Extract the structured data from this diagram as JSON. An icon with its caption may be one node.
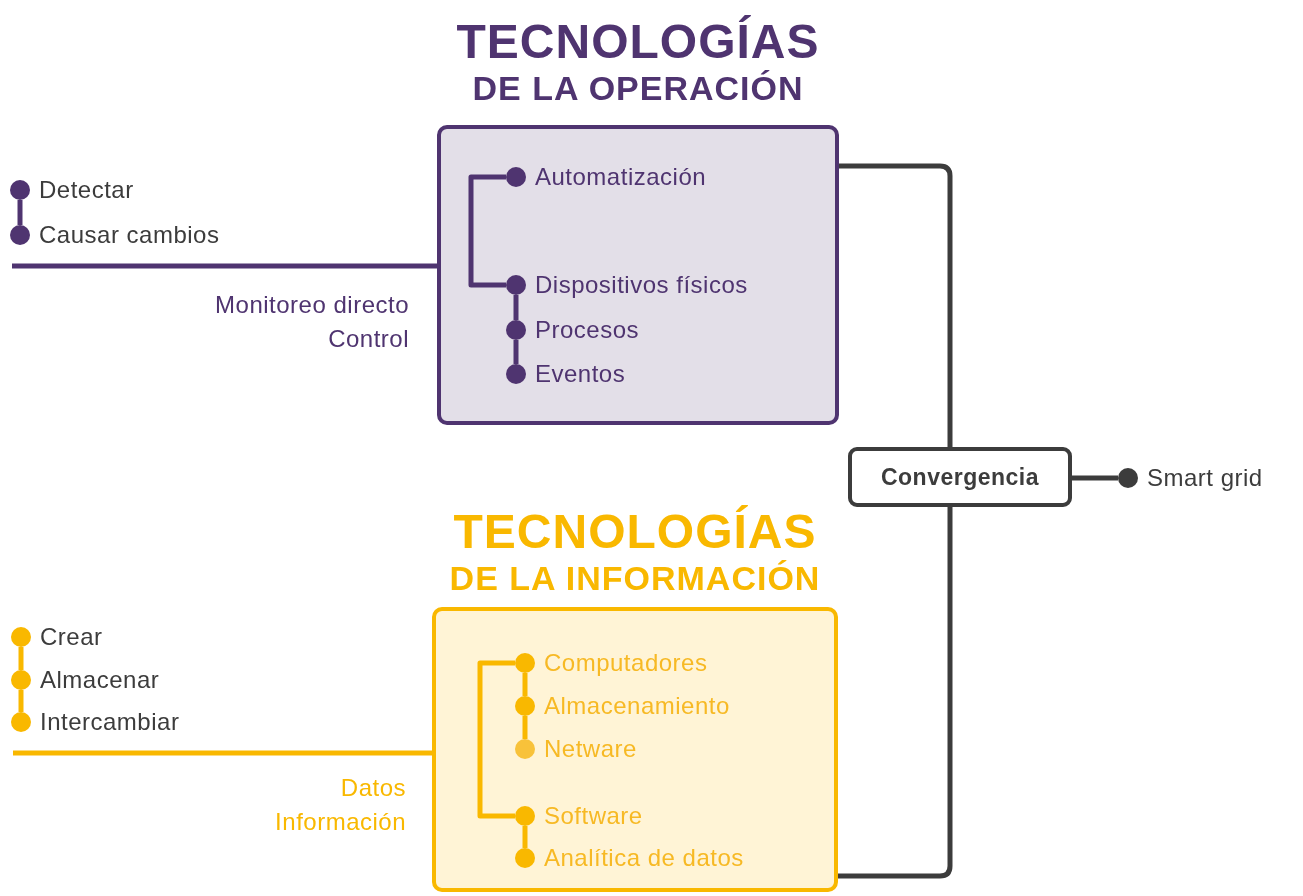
{
  "diagram": {
    "nodes": [
      {
        "text": [
          "Detectar"
        ]
      },
      {
        "text": [
          "Causar cambios"
        ]
      },
      {
        "text": [
          "TECNOLOGÍAS DE LA OPERACIÓN"
        ]
      },
      {
        "text": [
          "Automatización"
        ],
        "in": 2
      },
      {
        "text": [
          "Dispositivos físicos"
        ],
        "in": 2
      },
      {
        "text": [
          "Procesos"
        ],
        "in": 2
      },
      {
        "text": [
          "Eventos"
        ],
        "in": 2
      },
      {
        "text": [
          "Convergencia"
        ]
      },
      {
        "text": [
          "Smart grid"
        ]
      },
      {
        "text": [
          "Crear"
        ]
      },
      {
        "text": [
          "Almacenar"
        ]
      },
      {
        "text": [
          "Intercambiar"
        ]
      },
      {
        "text": [
          "TECNOLOGÍAS DE LA INFORMACIÓN"
        ]
      },
      {
        "text": [
          "Computadores"
        ],
        "in": 12
      },
      {
        "text": [
          "Almacenamiento"
        ],
        "in": 12
      },
      {
        "text": [
          "Netware"
        ],
        "in": 12
      },
      {
        "text": [
          "Software"
        ],
        "in": 12
      },
      {
        "text": [
          "Analítica de datos"
        ],
        "in": 12
      }
    ],
    "edges": [
      {
        "from": 0,
        "to": 1,
        "arrow": "none",
        "color": "#4f3470"
      },
      {
        "from": null,
        "to": 2,
        "arrow": "none",
        "label": "Monitoreo directo Control",
        "color": "#4f3470"
      },
      {
        "from": 3,
        "to": 4,
        "arrow": "none",
        "color": "#4f3470"
      },
      {
        "from": 4,
        "to": 5,
        "arrow": "none",
        "color": "#4f3470"
      },
      {
        "from": 5,
        "to": 6,
        "arrow": "none",
        "color": "#4f3470"
      },
      {
        "from": 2,
        "to": 7,
        "arrow": "none",
        "color": "#3c3c3c"
      },
      {
        "from": 7,
        "to": 8,
        "arrow": "none",
        "color": "#3c3c3c"
      },
      {
        "from": 12,
        "to": 7,
        "arrow": "none",
        "color": "#3c3c3c"
      },
      {
        "from": 9,
        "to": 10,
        "arrow": "none",
        "color": "#f9b800"
      },
      {
        "from": 10,
        "to": 11,
        "arrow": "none",
        "color": "#f9b800"
      },
      {
        "from": null,
        "to": 12,
        "arrow": "none",
        "label": "Datos Información",
        "color": "#f9b800"
      },
      {
        "from": 13,
        "to": 14,
        "arrow": "none",
        "color": "#f9b800"
      },
      {
        "from": 14,
        "to": 15,
        "arrow": "none",
        "color": "#f9b800"
      },
      {
        "from": 13,
        "to": 16,
        "arrow": "none",
        "color": "#f9b800"
      },
      {
        "from": 16,
        "to": 17,
        "arrow": "none",
        "color": "#f9b800"
      }
    ]
  }
}
